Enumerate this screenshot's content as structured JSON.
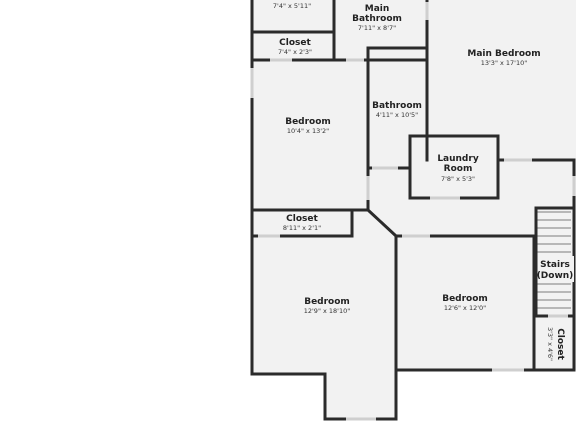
{
  "rooms": {
    "closet_top": {
      "dims": "7'4\" x 5'11\""
    },
    "main_bathroom": {
      "name_line1": "Main",
      "name_line2": "Bathroom",
      "dims": "7'11\" x 8'7\""
    },
    "main_bedroom": {
      "name": "Main Bedroom",
      "dims": "13'3\" x 17'10\""
    },
    "closet_2": {
      "name": "Closet",
      "dims": "7'4\" x 2'3\""
    },
    "bedroom_1": {
      "name": "Bedroom",
      "dims": "10'4\" x 13'2\""
    },
    "bathroom": {
      "name": "Bathroom",
      "dims": "4'11\" x 10'5\""
    },
    "laundry": {
      "name_line1": "Laundry",
      "name_line2": "Room",
      "dims": "7'8\" x 5'3\""
    },
    "closet_3": {
      "name": "Closet",
      "dims": "8'11\" x 2'1\""
    },
    "stairs": {
      "name_line1": "Stairs",
      "name_line2": "(Down)"
    },
    "bedroom_2": {
      "name": "Bedroom",
      "dims": "12'9\" x 18'10\""
    },
    "bedroom_3": {
      "name": "Bedroom",
      "dims": "12'6\" x 12'0\""
    },
    "closet_4": {
      "name": "Closet",
      "dims": "3'3\" x 4'6\""
    }
  },
  "colors": {
    "wall": "#2b2b2b",
    "floor": "#f2f2f2",
    "background": "#ffffff",
    "window": "#cfcfcf"
  }
}
